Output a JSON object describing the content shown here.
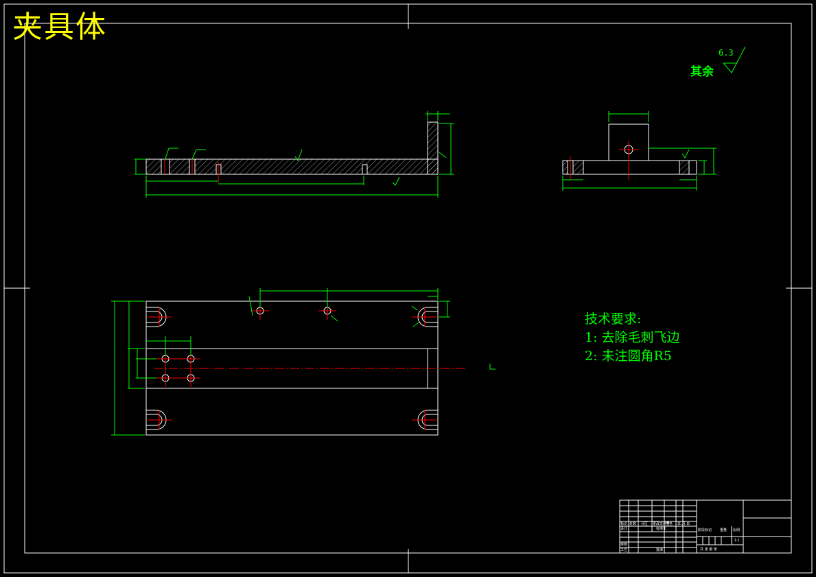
{
  "drawing": {
    "title": "夹具体",
    "roughness": {
      "label": "其余",
      "value": "6.3"
    },
    "technical_requirements": {
      "heading": "技术要求:",
      "items": [
        "1: 去除毛刺飞边",
        "2: 未注圆角R5"
      ]
    },
    "title_block": {
      "row1": [
        "标记",
        "处数",
        "分区",
        "更改文件号",
        "签名",
        "年.月.日"
      ],
      "design_label": "设计",
      "standard_label": "标准化",
      "stage_label": "阶段标记",
      "weight_label": "重量",
      "scale_label": "比例",
      "scale_value": "1:1",
      "review_label": "审核",
      "process_label": "工艺",
      "approve_label": "批准",
      "sheet_text": "共  张  第  张"
    },
    "colors": {
      "border": "#ffffff",
      "geometry": "#ffffff",
      "dimension": "#00ff00",
      "centerline": "#ff0000",
      "title": "#ffff00"
    }
  }
}
